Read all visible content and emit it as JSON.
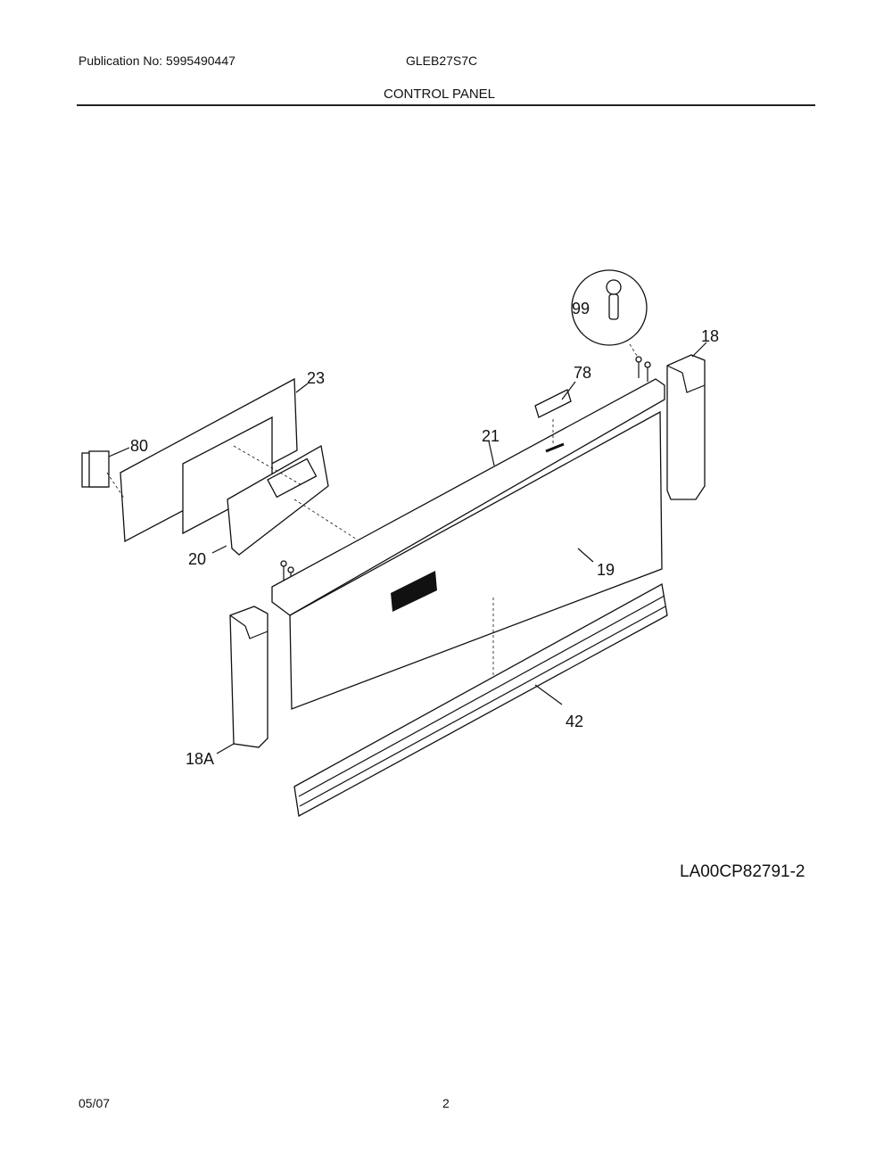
{
  "header": {
    "publication": "Publication No: 5995490447",
    "model": "GLEB27S7C",
    "section_title": "CONTROL PANEL"
  },
  "diagram": {
    "callouts": {
      "c99": "99",
      "c18": "18",
      "c23": "23",
      "c78": "78",
      "c80": "80",
      "c21": "21",
      "c20": "20",
      "c19": "19",
      "c42": "42",
      "c18A": "18A"
    },
    "drawing_code": "LA00CP82791-2"
  },
  "footer": {
    "date": "05/07",
    "page": "2"
  }
}
